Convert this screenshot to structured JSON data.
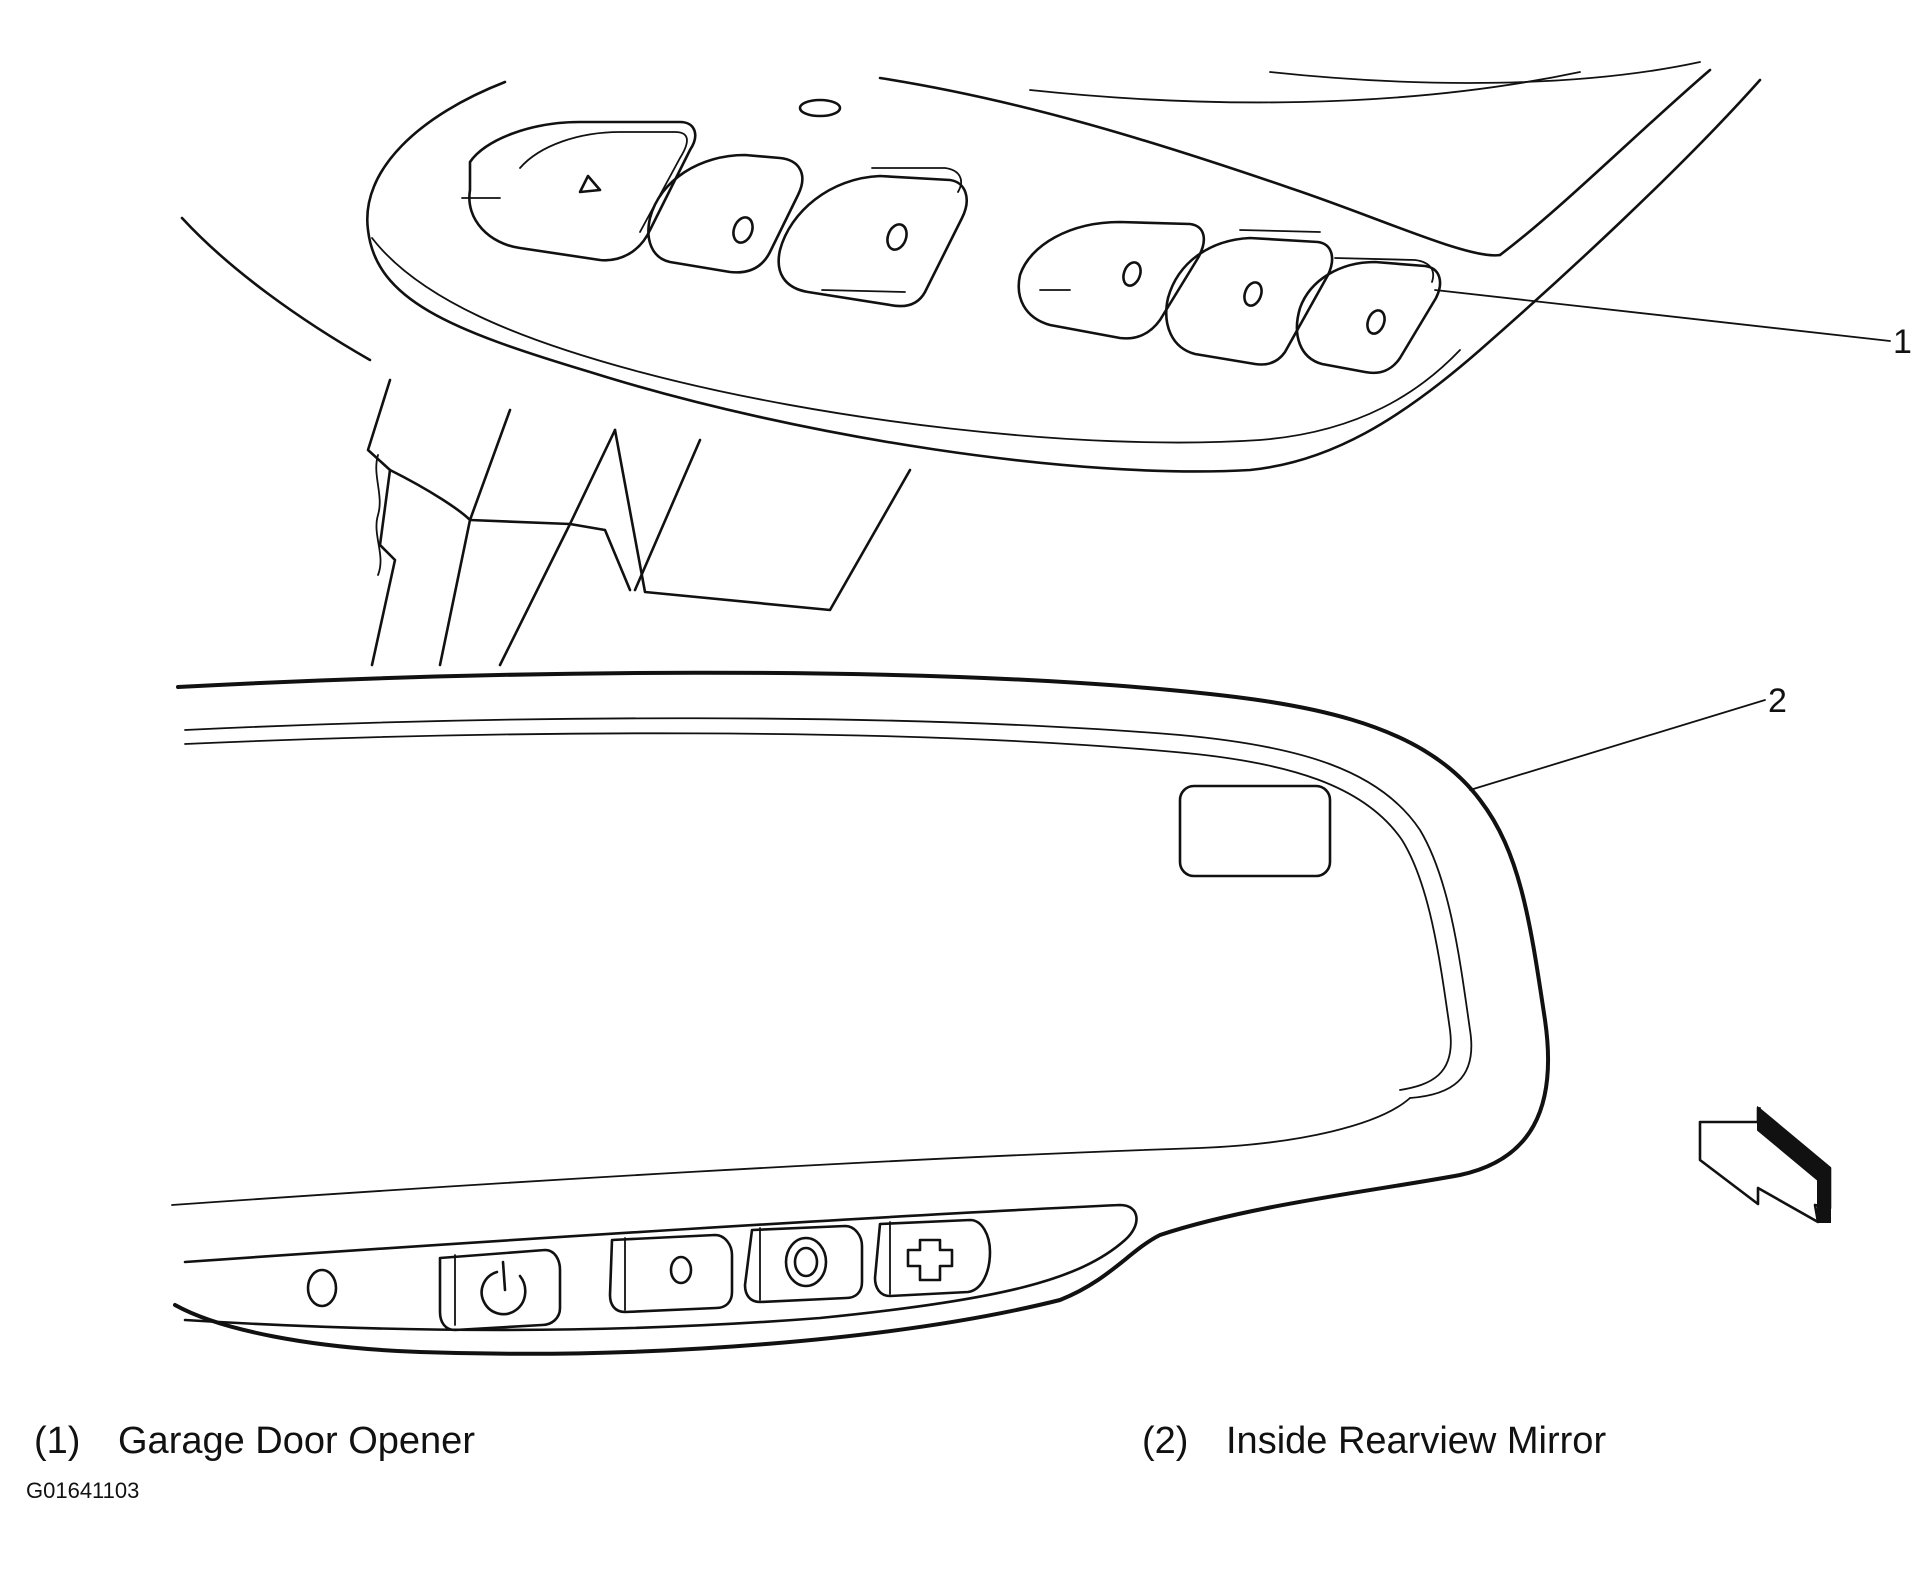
{
  "callouts": [
    {
      "number": "1",
      "label": "Garage Door Opener"
    },
    {
      "number": "2",
      "label": "Inside Rearview Mirror"
    }
  ],
  "legend": [
    {
      "number": "(1)",
      "label": "Garage Door Opener"
    },
    {
      "number": "(2)",
      "label": "Inside Rearview Mirror"
    }
  ],
  "figure_id": "G01641103"
}
